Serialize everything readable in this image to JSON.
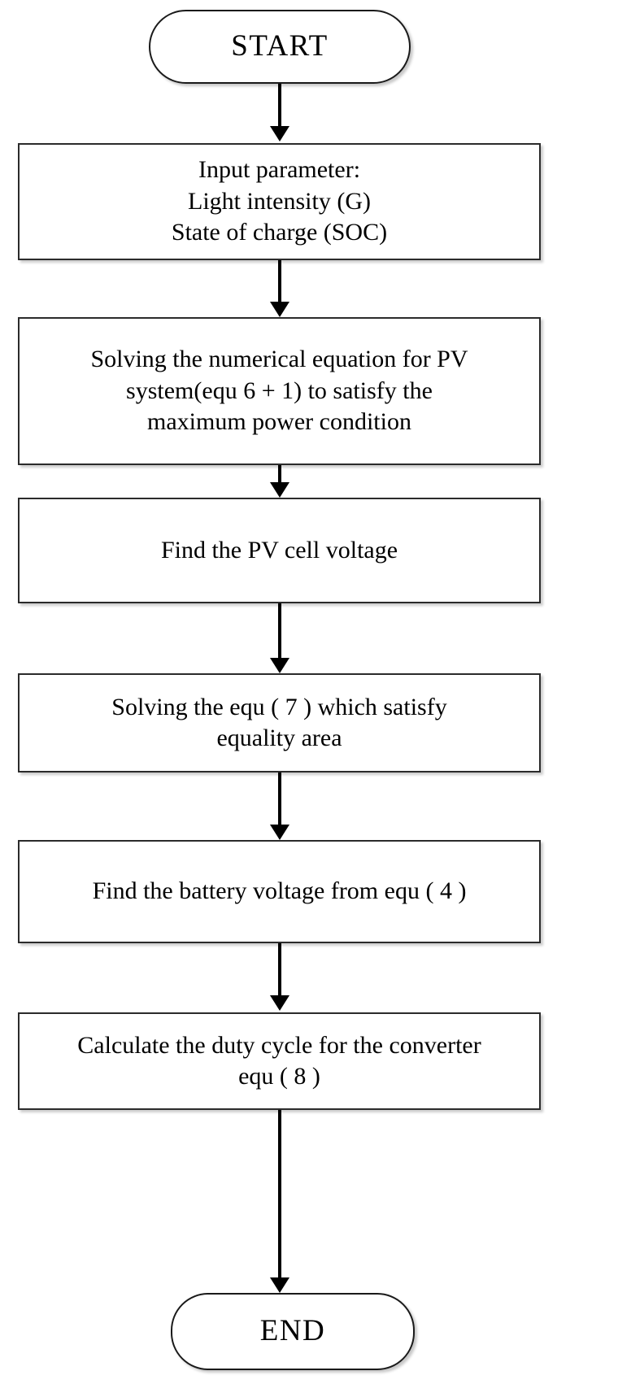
{
  "diagram": {
    "title": "PV system MPPT control flowchart",
    "background_color": "#ffffff",
    "line_color": "#000000",
    "text_color": "#000000"
  },
  "nodes": {
    "start": {
      "label": "START",
      "shape": "terminator"
    },
    "input_parameter": {
      "label": "Input parameter:\nLight intensity (G)\nState of charge (SOC)",
      "shape": "process"
    },
    "solve_numerical": {
      "label": "Solving the numerical equation for PV\nsystem(equ  6 + 1)  to satisfy the\nmaximum power condition",
      "shape": "process"
    },
    "find_pv_voltage": {
      "label": "Find the PV cell voltage",
      "shape": "process"
    },
    "solve_equality": {
      "label": "Solving the equ ( 7 ) which satisfy\nequality area",
      "shape": "process"
    },
    "find_battery_voltage": {
      "label": "Find the battery voltage from equ ( 4 )",
      "shape": "process"
    },
    "calculate_duty_cycle": {
      "label": "Calculate the duty cycle for the converter\nequ ( 8 )",
      "shape": "process"
    },
    "end": {
      "label": "END",
      "shape": "terminator"
    }
  },
  "connectors": [
    {
      "name": "start-to-input",
      "from": "start",
      "to": "input_parameter",
      "arrow": "down"
    },
    {
      "name": "input-to-solve-numerical",
      "from": "input_parameter",
      "to": "solve_numerical",
      "arrow": "down"
    },
    {
      "name": "solve-numerical-to-find-pv",
      "from": "solve_numerical",
      "to": "find_pv_voltage",
      "arrow": "down"
    },
    {
      "name": "find-pv-to-solve-equality",
      "from": "find_pv_voltage",
      "to": "solve_equality",
      "arrow": "down"
    },
    {
      "name": "solve-equality-to-find-battery",
      "from": "solve_equality",
      "to": "find_battery_voltage",
      "arrow": "down"
    },
    {
      "name": "find-battery-to-duty-cycle",
      "from": "find_battery_voltage",
      "to": "calculate_duty_cycle",
      "arrow": "down"
    },
    {
      "name": "duty-cycle-to-end",
      "from": "calculate_duty_cycle",
      "to": "end",
      "arrow": "down"
    }
  ]
}
